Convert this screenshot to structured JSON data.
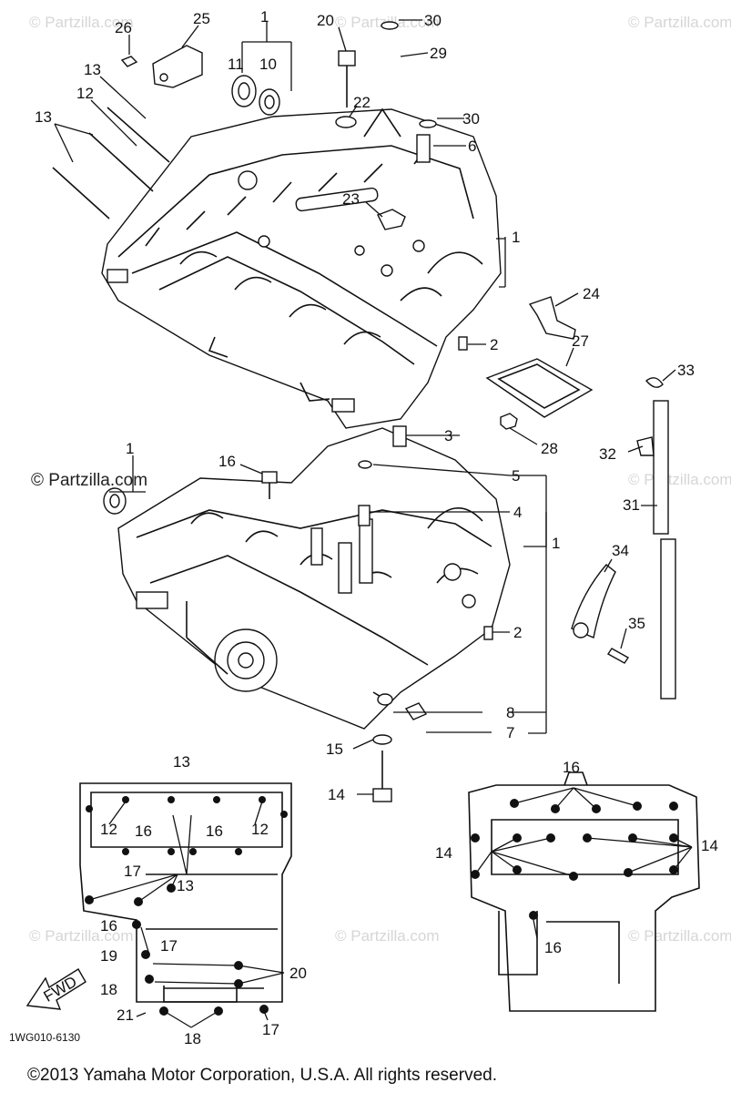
{
  "watermarks": {
    "text": "© Partzilla.com",
    "bold_mark": "© Partzilla.com"
  },
  "callouts": {
    "n1": "1",
    "n2": "2",
    "n3": "3",
    "n4": "4",
    "n5": "5",
    "n6": "6",
    "n7": "7",
    "n8": "8",
    "n10": "10",
    "n11": "11",
    "n12": "12",
    "n13": "13",
    "n14": "14",
    "n15": "15",
    "n16": "16",
    "n17": "17",
    "n18": "18",
    "n19": "19",
    "n20": "20",
    "n21": "21",
    "n22": "22",
    "n23": "23",
    "n24": "24",
    "n25": "25",
    "n26": "26",
    "n27": "27",
    "n28": "28",
    "n29": "29",
    "n30": "30",
    "n31": "31",
    "n32": "32",
    "n33": "33",
    "n34": "34",
    "n35": "35"
  },
  "fwd_label": "FWD",
  "diagram_code": "1WG010-6130",
  "copyright": "©2013 Yamaha Motor Corporation, U.S.A. All rights reserved."
}
